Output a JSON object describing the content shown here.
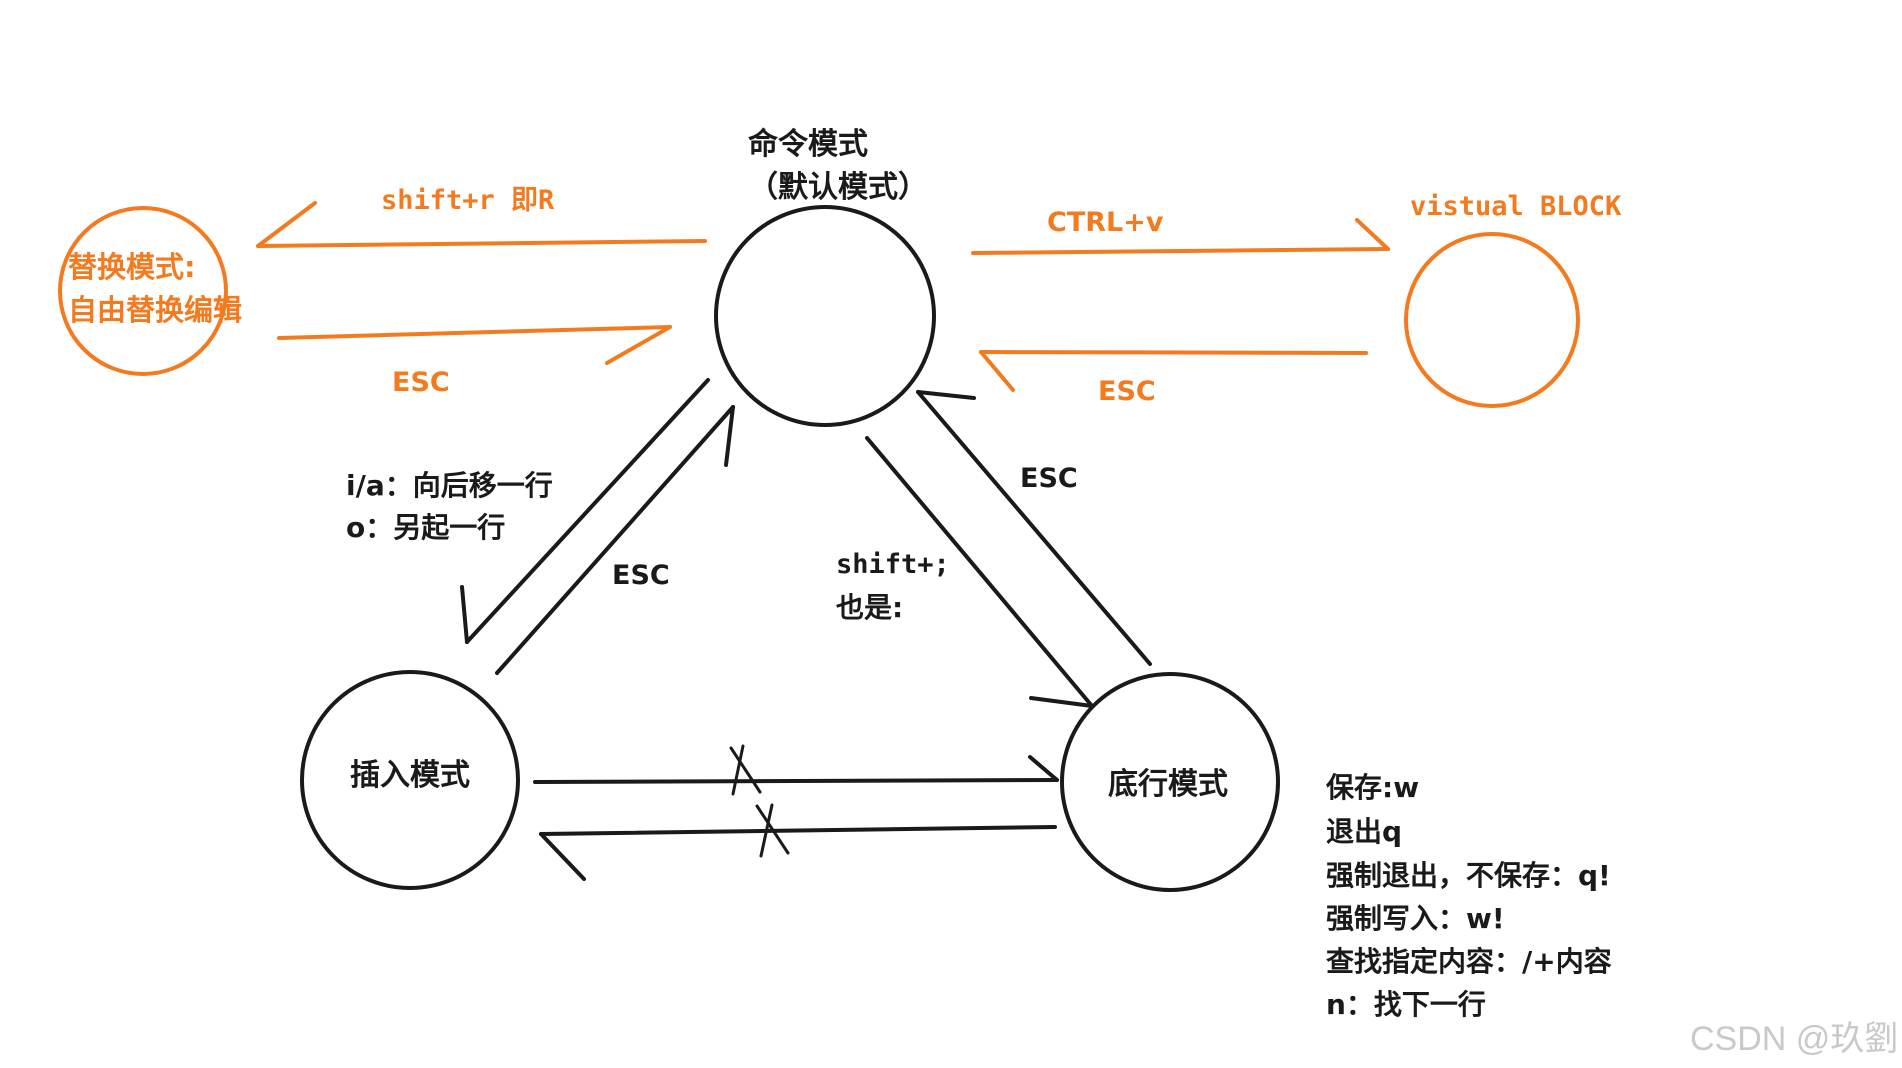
{
  "colors": {
    "ink": "#1a1a1a",
    "accent": "#f47a1f",
    "watermark": "#c9c9c9"
  },
  "nodes": {
    "command": {
      "title": "命令模式",
      "subtitle": "（默认模式）"
    },
    "replace": {
      "line1": "替换模式:",
      "line2": "自由替换编辑"
    },
    "visual": {
      "title": "vistual BLOCK"
    },
    "insert": {
      "title": "插入模式"
    },
    "lastline": {
      "title": "底行模式"
    }
  },
  "edges": {
    "to_replace": "shift+r 即R",
    "replace_esc": "ESC",
    "to_visual": "CTRL+v",
    "visual_esc": "ESC",
    "to_insert_line1": "i/a：向后移一行",
    "to_insert_line2": "o：另起一行",
    "insert_esc": "ESC",
    "to_lastline_line1": "shift+;",
    "to_lastline_line2": "也是:",
    "lastline_esc": "ESC"
  },
  "lastline_commands": [
    "保存:w",
    "退出q",
    "强制退出，不保存：q!",
    "强制写入：w!",
    "查找指定内容：/+内容",
    "n：找下一行"
  ],
  "watermark": "CSDN @玖劉"
}
